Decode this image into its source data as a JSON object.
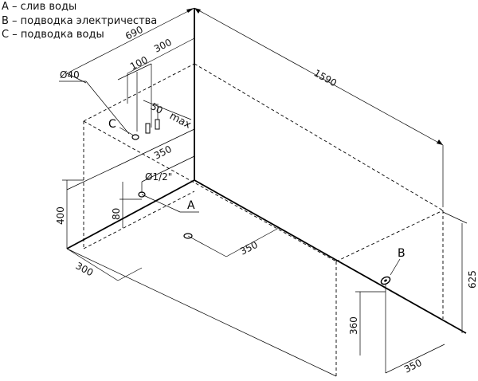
{
  "legend": [
    {
      "letter": "A",
      "text": "A – слив воды"
    },
    {
      "letter": "B",
      "text": "B – подводка электричества"
    },
    {
      "letter": "C",
      "text": "C – подводка воды"
    }
  ],
  "dimensions": {
    "length": "1590",
    "width": "690",
    "height_wall": "625",
    "height_corner": "400",
    "width_300_top": "300",
    "width_100": "100",
    "max_50": "50",
    "max_label": "max",
    "diam_40": "Ø40",
    "pipe_half_inch": "Ø1/2\"",
    "drain_350": "350",
    "water_350": "350",
    "bottom_300": "300",
    "outlet_80": "80",
    "elec_360": "360",
    "elec_350": "350"
  },
  "markers": {
    "a": "A",
    "b": "B",
    "c": "C"
  }
}
